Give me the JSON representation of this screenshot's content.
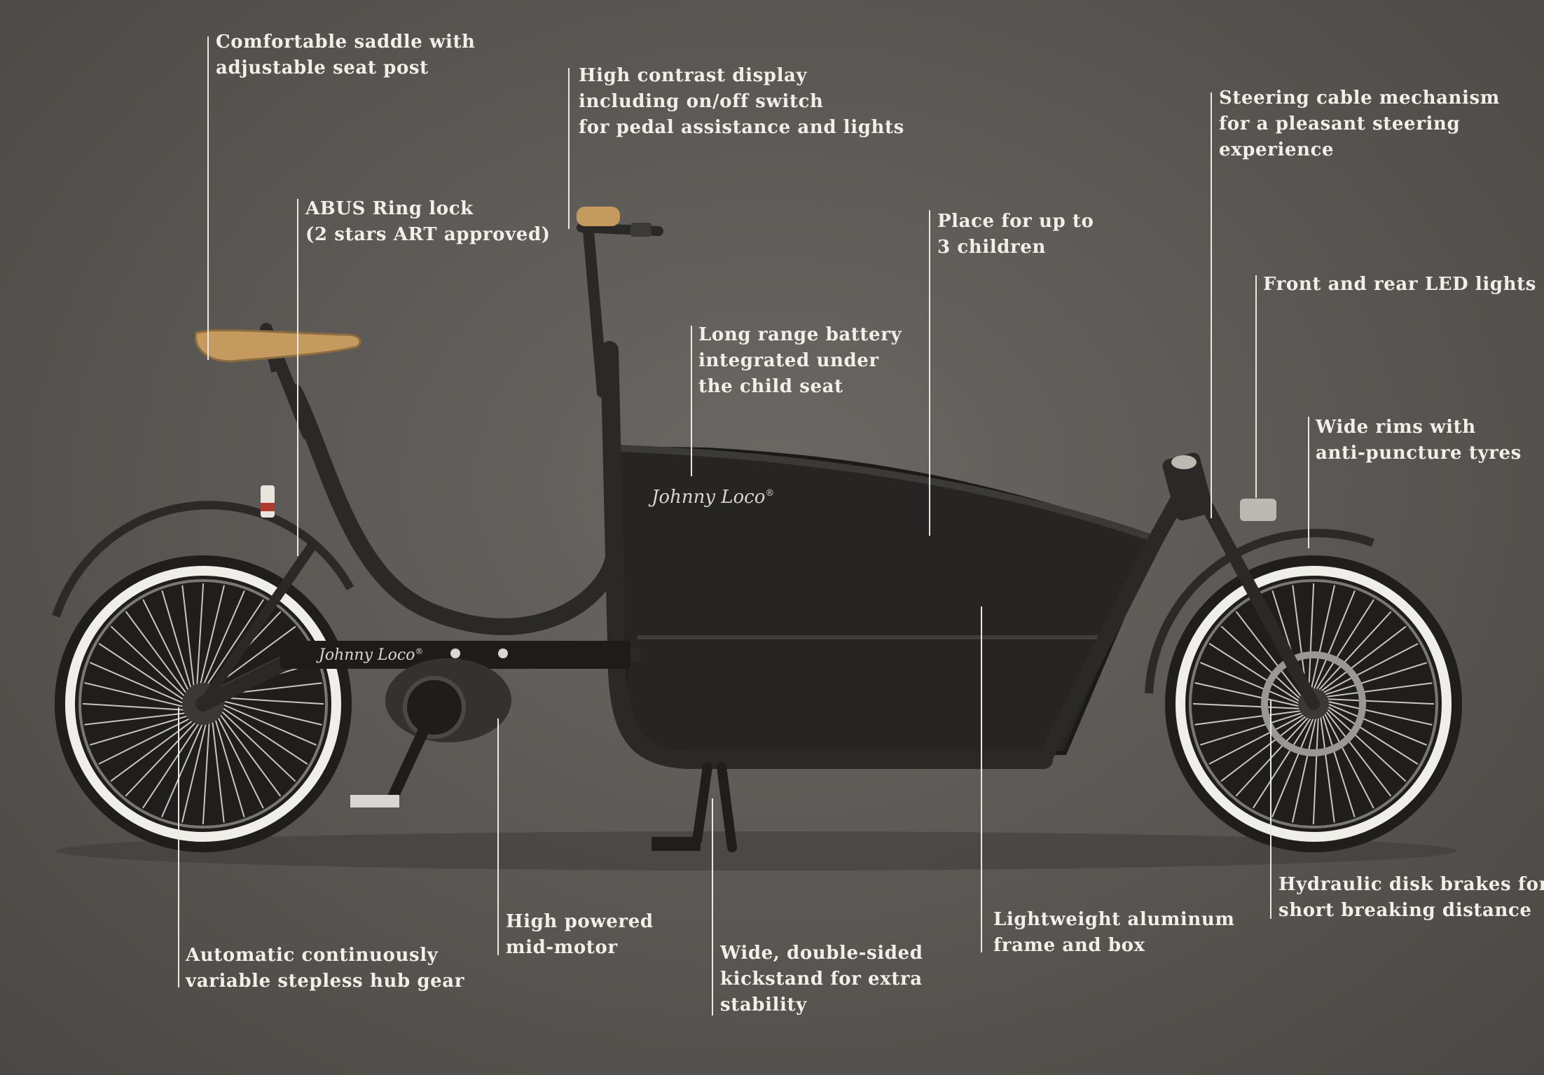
{
  "brand": {
    "name": "Johnny Loco",
    "reg": "®"
  },
  "callouts": {
    "saddle": [
      "Comfortable saddle with",
      "adjustable seat post"
    ],
    "display": [
      "High contrast display",
      "including on/off switch",
      "for pedal assistance and lights"
    ],
    "steering": [
      "Steering cable mechanism",
      "for a pleasant steering",
      "experience"
    ],
    "lock": [
      "ABUS Ring lock",
      "(2 stars ART approved)"
    ],
    "children": [
      "Place for up to",
      "3 children"
    ],
    "lights": [
      "Front and rear LED lights"
    ],
    "battery": [
      "Long range battery",
      "integrated under",
      "the child seat"
    ],
    "rims": [
      "Wide rims with",
      "anti-puncture tyres"
    ],
    "brakes": [
      "Hydraulic disk brakes for a",
      "short breaking distance"
    ],
    "frame": [
      "Lightweight aluminum",
      "frame and box"
    ],
    "motor": [
      "High powered",
      "mid-motor"
    ],
    "kickstand": [
      "Wide, double-sided",
      "kickstand for extra",
      "stability"
    ],
    "hubgear": [
      "Automatic continuously",
      "variable stepless hub gear"
    ]
  },
  "colors": {
    "background": "#5d5956",
    "text": "#f2efe8",
    "frame": "#2a2928",
    "saddle": "#c49a5e",
    "tyre_wall": "#f0eee9"
  }
}
